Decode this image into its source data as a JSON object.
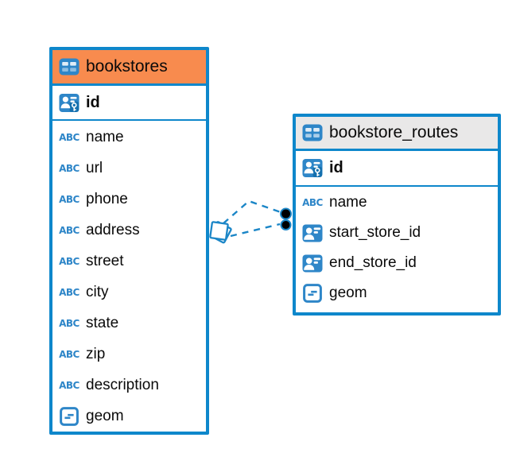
{
  "colors": {
    "accent_blue": "#0E87CB",
    "icon_blue": "#2E86C8",
    "header_orange": "#F88B4E",
    "header_gray": "#E9E8E8",
    "text_color": "#0A0A0A",
    "connector_dot_black": "#000000",
    "canvas_bg": "#FFFFFF"
  },
  "labels": {
    "text_type": "ABC"
  },
  "tables": [
    {
      "name": "bookstores",
      "header_color": "#F88B4E",
      "header_icon": "table-icon",
      "primary_key": {
        "name": "id",
        "icon": "primary-key-person-icon"
      },
      "columns": [
        {
          "label": "name",
          "icon": "text-type-icon"
        },
        {
          "label": "url",
          "icon": "text-type-icon"
        },
        {
          "label": "phone",
          "icon": "text-type-icon"
        },
        {
          "label": "address",
          "icon": "text-type-icon"
        },
        {
          "label": "street",
          "icon": "text-type-icon"
        },
        {
          "label": "city",
          "icon": "text-type-icon"
        },
        {
          "label": "state",
          "icon": "text-type-icon"
        },
        {
          "label": "zip",
          "icon": "text-type-icon"
        },
        {
          "label": "description",
          "icon": "text-type-icon"
        },
        {
          "label": "geom",
          "icon": "geometry-type-icon"
        }
      ]
    },
    {
      "name": "bookstore_routes",
      "header_color": "#E9E8E8",
      "header_icon": "table-icon",
      "primary_key": {
        "name": "id",
        "icon": "primary-key-person-icon"
      },
      "columns": [
        {
          "label": "name",
          "icon": "text-type-icon"
        },
        {
          "label": "start_store_id",
          "icon": "foreign-key-person-icon"
        },
        {
          "label": "end_store_id",
          "icon": "foreign-key-person-icon"
        },
        {
          "label": "geom",
          "icon": "geometry-type-icon"
        }
      ]
    }
  ],
  "relationships": [
    {
      "source_table": "bookstores",
      "source_column": "id",
      "target_table": "bookstore_routes",
      "target_column": "start_store_id",
      "line_style": "dashed",
      "source_marker": "diamond",
      "target_marker": "black-dot"
    },
    {
      "source_table": "bookstores",
      "source_column": "id",
      "target_table": "bookstore_routes",
      "target_column": "end_store_id",
      "line_style": "dashed",
      "source_marker": "diamond",
      "target_marker": "black-dot"
    }
  ]
}
